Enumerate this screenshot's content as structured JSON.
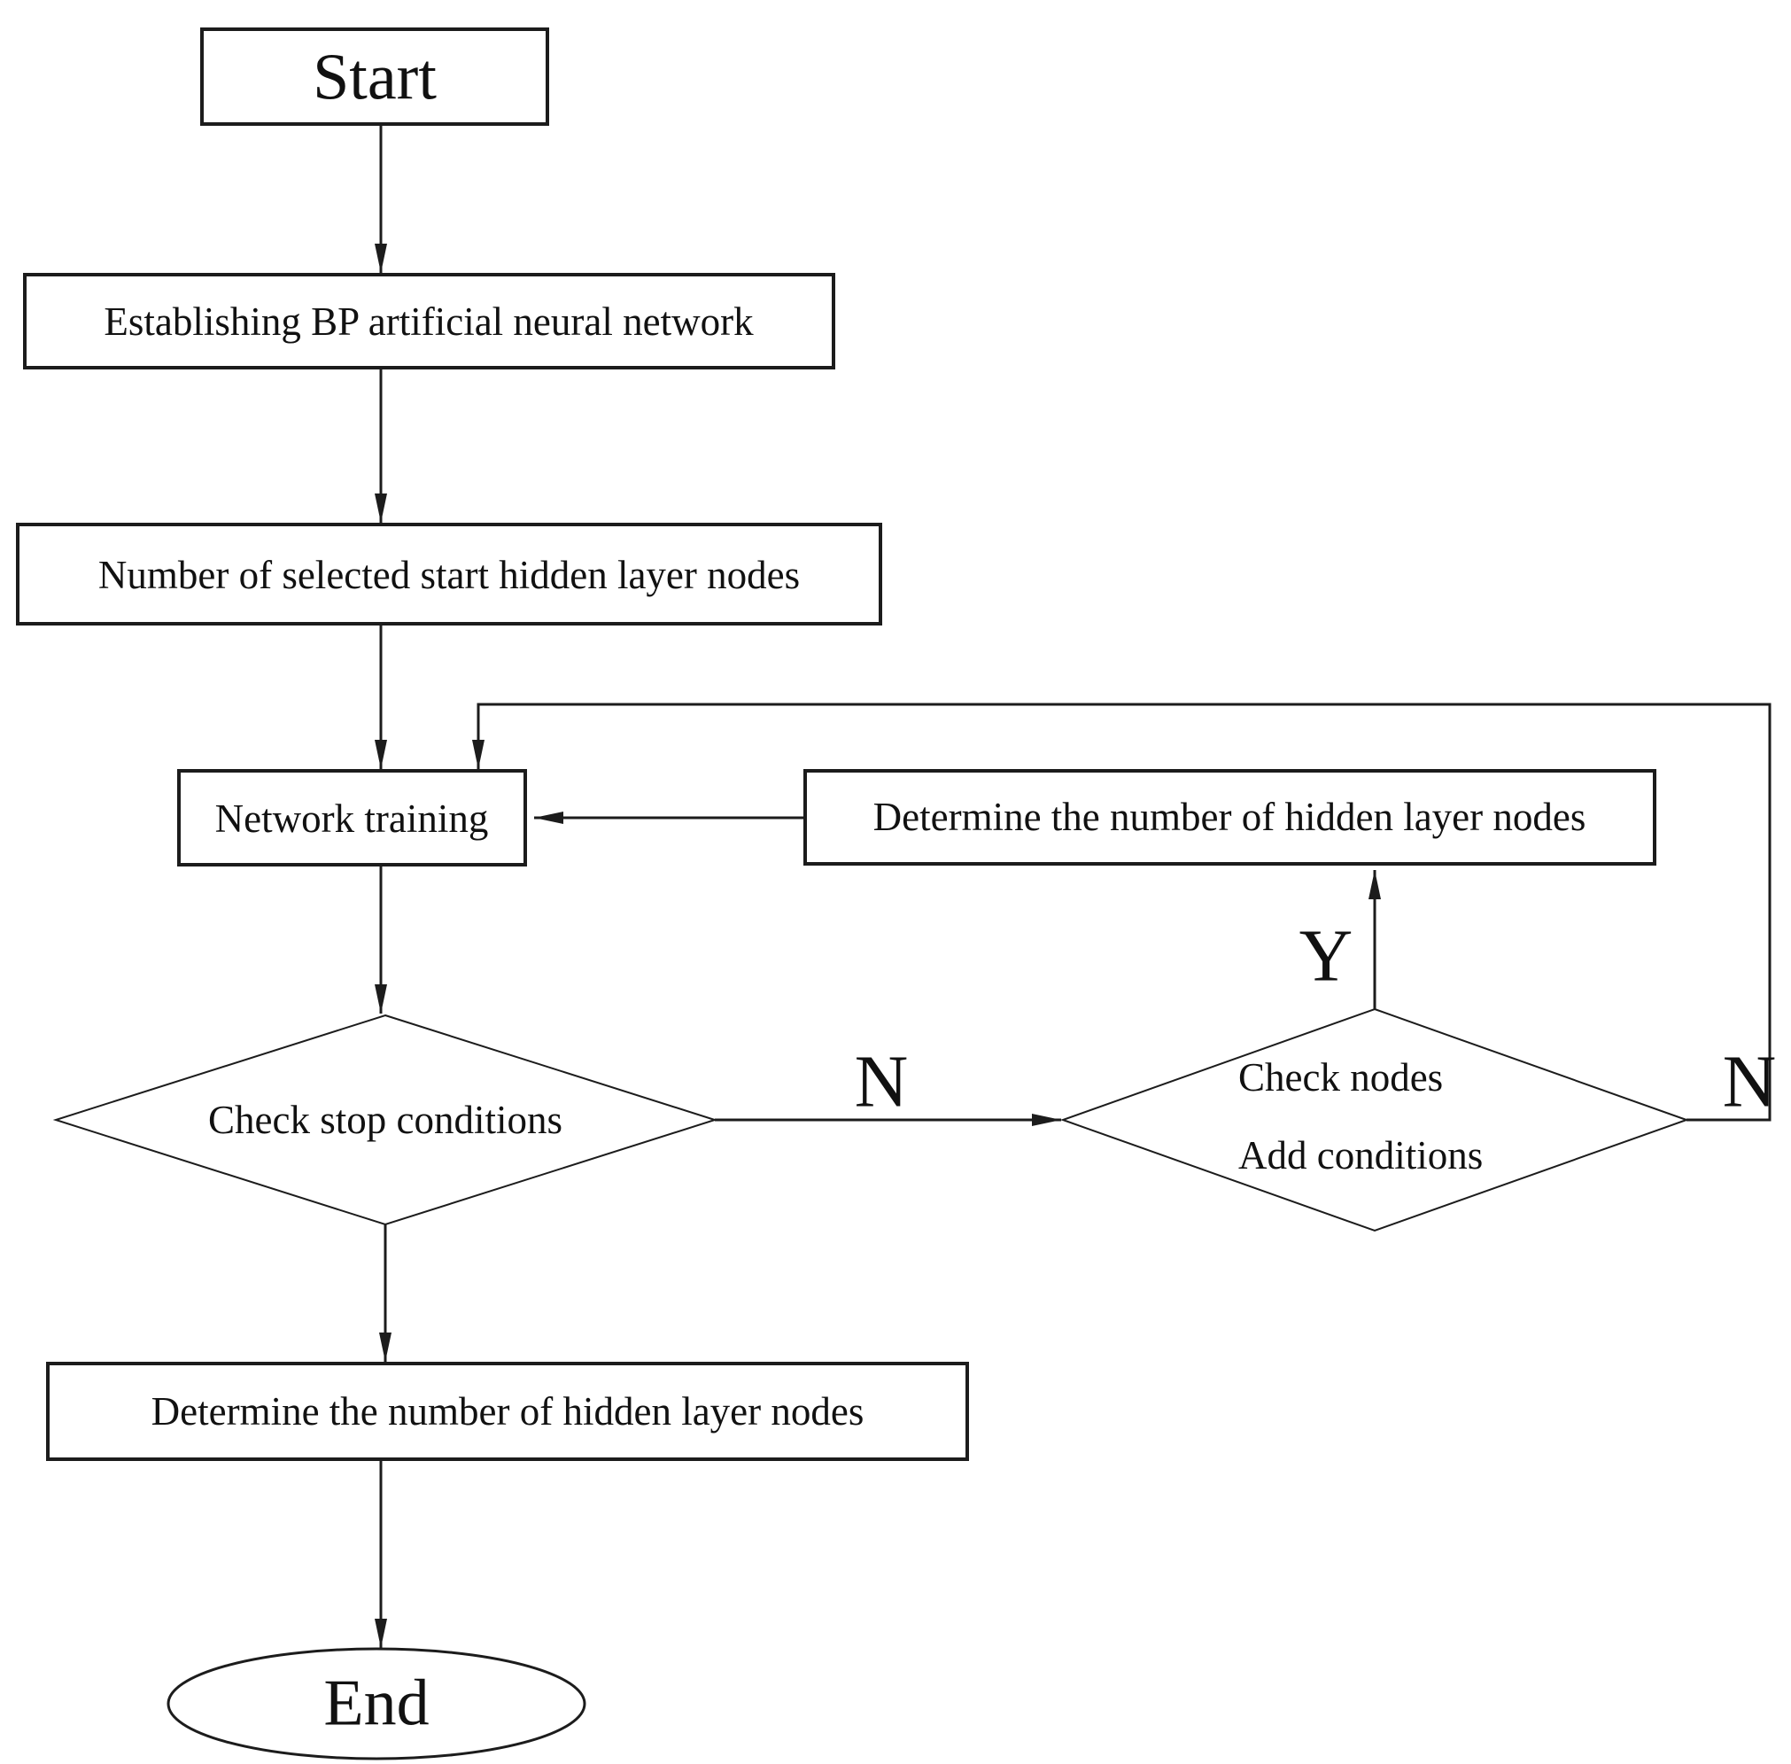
{
  "flowchart": {
    "colors": {
      "bg": "#ffffff",
      "stroke": "#1c1c1c",
      "text": "#111111"
    },
    "nodes": {
      "start": {
        "type": "rect",
        "label": "Start"
      },
      "establish": {
        "type": "rect",
        "label": "Establishing BP artificial neural network"
      },
      "select_hidden_nodes": {
        "type": "rect",
        "label": "Number of selected start hidden layer nodes"
      },
      "network_training": {
        "type": "rect",
        "label": "Network training"
      },
      "determine_nodes_right": {
        "type": "rect",
        "label": "Determine the number of hidden layer nodes"
      },
      "check_stop": {
        "type": "diamond",
        "label": "Check stop conditions"
      },
      "check_add": {
        "type": "diamond",
        "line1": "Check nodes",
        "line2": "Add conditions"
      },
      "determine_nodes_bottom": {
        "type": "rect",
        "label": "Determine the number of hidden layer nodes"
      },
      "end": {
        "type": "ellipse",
        "label": "End"
      }
    },
    "edge_labels": {
      "check_stop_no": "N",
      "check_add_yes": "Y",
      "check_add_no": "N"
    }
  }
}
